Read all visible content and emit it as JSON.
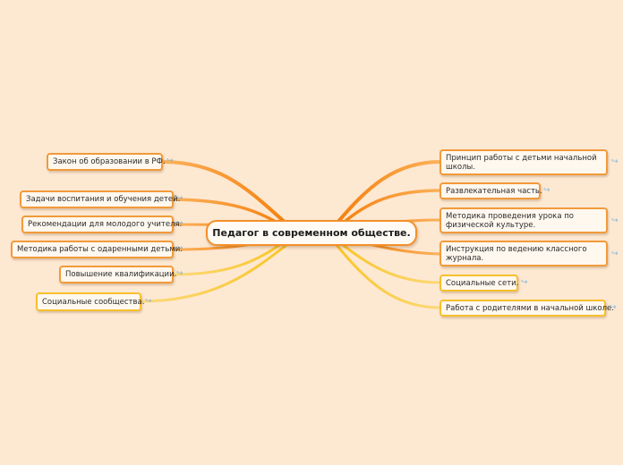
{
  "central_topic": "Педагог в современном обществе.",
  "left_topics": [
    {
      "label": "Закон об образовании в РФ."
    },
    {
      "label": "Задачи воспитания и обучения детей."
    },
    {
      "label": "Рекомендации для молодого учителя."
    },
    {
      "label": "Методика работы с одаренными детьми."
    },
    {
      "label": "Повышение квалификации."
    },
    {
      "label": "Социальные сообщества."
    }
  ],
  "right_topics": [
    {
      "label": "Принцип работы с детьми начальной школы."
    },
    {
      "label": "Развлекательная часть."
    },
    {
      "label": "Методика проведения урока по физической культуре."
    },
    {
      "label": "Инструкция по ведению классного журнала."
    },
    {
      "label": "Социальные сети."
    },
    {
      "label": "Работа с родителями в начальной школе."
    }
  ],
  "colors": {
    "background": "#fde8d2",
    "branch_orange": "#f5800e",
    "branch_yellow": "#f9c526",
    "node_border": "#f29a3a"
  },
  "icon": "link-icon"
}
